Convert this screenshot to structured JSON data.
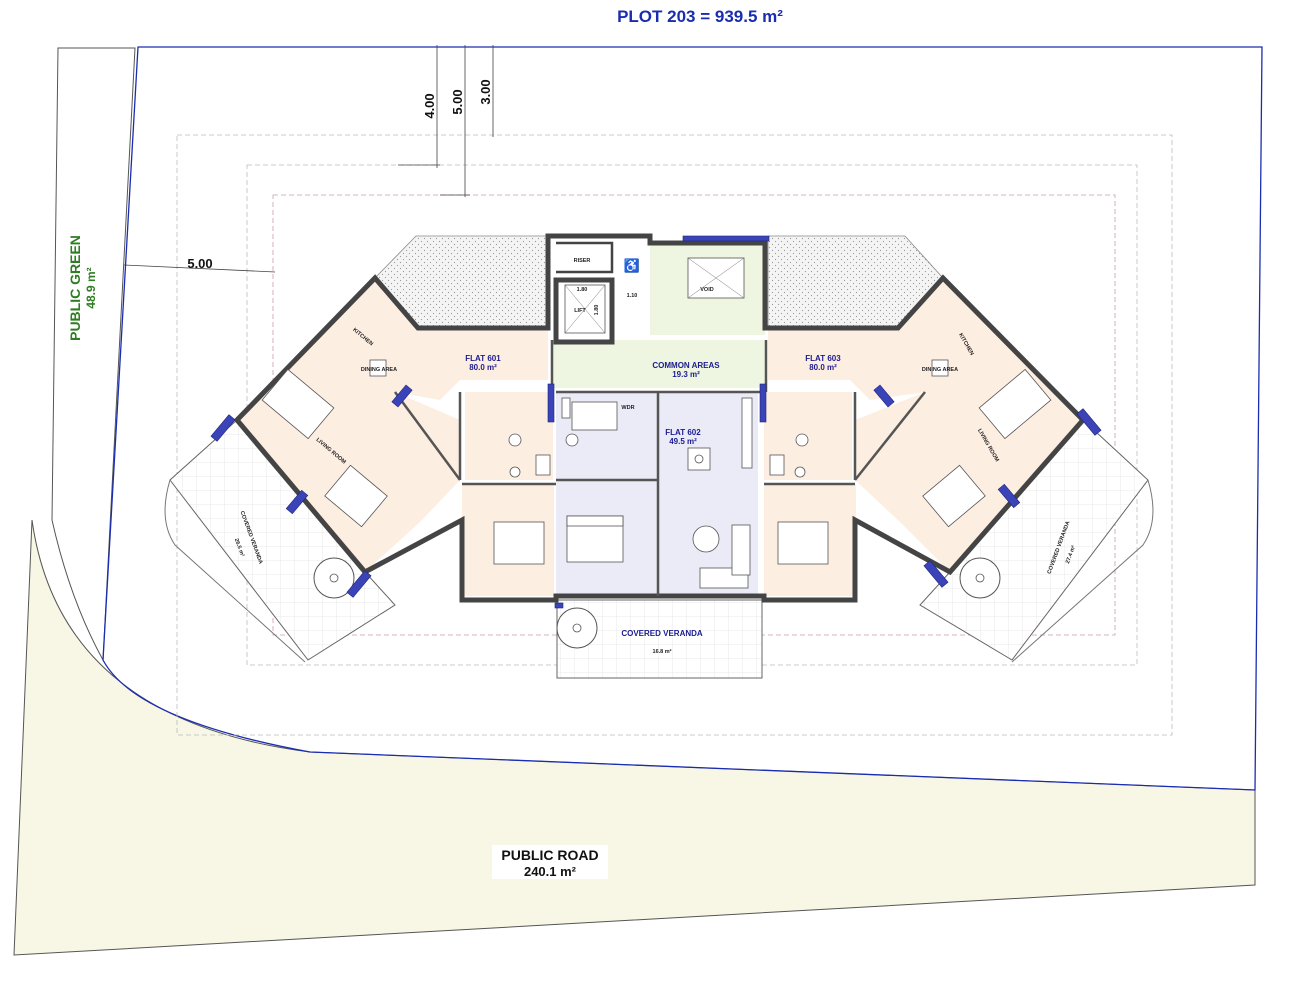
{
  "title": "PLOT 203 = 939.5 m²",
  "public_green": {
    "name": "PUBLIC GREEN",
    "area": "48.9 m²"
  },
  "public_road": {
    "name": "PUBLIC ROAD",
    "area": "240.1 m²"
  },
  "dimensions": {
    "d400": "4.00",
    "d500_top": "5.00",
    "d300": "3.00",
    "d500_left": "5.00",
    "lift_w": "1.80",
    "lift_h": "1.80",
    "door_w": "1.10"
  },
  "core": {
    "riser": "RISER",
    "lift": "LIFT",
    "void": "VOID"
  },
  "common": {
    "name": "COMMON AREAS",
    "area": "19.3 m²"
  },
  "flat601": {
    "name": "FLAT 601",
    "area": "80.0 m²",
    "kitchen": "KITCHEN",
    "dining": "DINING AREA",
    "living": "LIVING ROOM",
    "veranda": "COVERED VERANDA",
    "veranda_area": "26.5 m²"
  },
  "flat602": {
    "name": "FLAT 602",
    "area": "49.5 m²",
    "wdr": "WDR",
    "veranda": "COVERED VERANDA",
    "veranda_area": "16.8 m²"
  },
  "flat603": {
    "name": "FLAT 603",
    "area": "80.0 m²",
    "kitchen": "KITCHEN",
    "dining": "DINING AREA",
    "living": "LIVING ROOM",
    "veranda": "COVERED VERANDA",
    "veranda_area": "27.4 m²"
  },
  "colors": {
    "title": "#1a2db0",
    "green_text": "#2e7d22",
    "road_fill": "#f8f6e4",
    "flat_fill": "#fdeee2",
    "flat602_fill": "#ebebf7",
    "common_fill": "#eef5e0",
    "window": "#3a44b8"
  }
}
